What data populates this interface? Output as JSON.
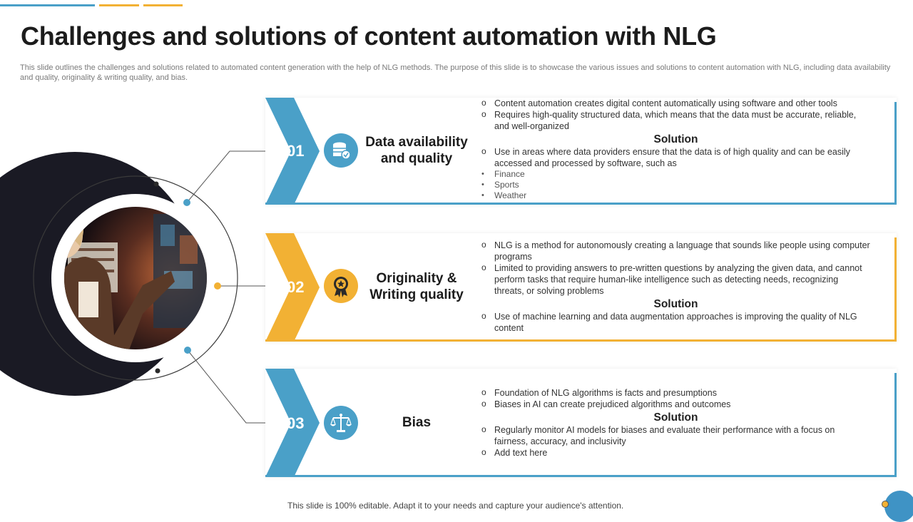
{
  "slide": {
    "title": "Challenges and solutions of content automation with NLG",
    "subtitle": "This slide outlines the challenges and solutions related to automated content generation with the help of NLG methods. The purpose of this slide is to showcase the various issues and solutions to content automation with NLG, including data availability and quality, originality & writing quality, and bias.",
    "footer": "This slide is 100% editable. Adapt it to your needs and capture your audience's attention."
  },
  "colors": {
    "blue": "#4aa0c8",
    "yellow": "#f2b134",
    "dark": "#1a1a24"
  },
  "cards": [
    {
      "number": "01",
      "title_line1": "Data availability",
      "title_line2": "and quality",
      "icon": "database-check-icon",
      "challenges": [
        "Content automation creates digital content automatically using software and other tools",
        "Requires high-quality structured data, which means that the data must be accurate, reliable, and well-organized"
      ],
      "solution_label": "Solution",
      "solutions": [
        "Use in areas where data providers  ensure that the data is of high quality and can be easily accessed and processed by software, such as"
      ],
      "examples": [
        "Finance",
        "Sports",
        "Weather"
      ]
    },
    {
      "number": "02",
      "title_line1": "Originality &",
      "title_line2": "Writing quality",
      "icon": "award-badge-icon",
      "challenges": [
        "NLG is a method for autonomously creating a language that sounds like people using computer programs",
        "Limited to providing  answers to pre-written  questions by analyzing the given data, and cannot perform  tasks that require  human-like intelligence such as detecting needs, recognizing threats,  or solving  problems"
      ],
      "solution_label": "Solution",
      "solutions": [
        "Use of machine learning and data augmentation approaches is improving the quality of NLG content"
      ]
    },
    {
      "number": "03",
      "title_line1": "Bias",
      "icon": "balance-scale-icon",
      "challenges": [
        "Foundation of NLG algorithms is facts and presumptions",
        "Biases in AI can create prejudiced algorithms and outcomes"
      ],
      "solution_label": "Solution",
      "solutions": [
        "Regularly monitor AI models for biases and evaluate  their performance  with a focus on fairness, accuracy, and inclusivity",
        "Add text here"
      ]
    }
  ]
}
